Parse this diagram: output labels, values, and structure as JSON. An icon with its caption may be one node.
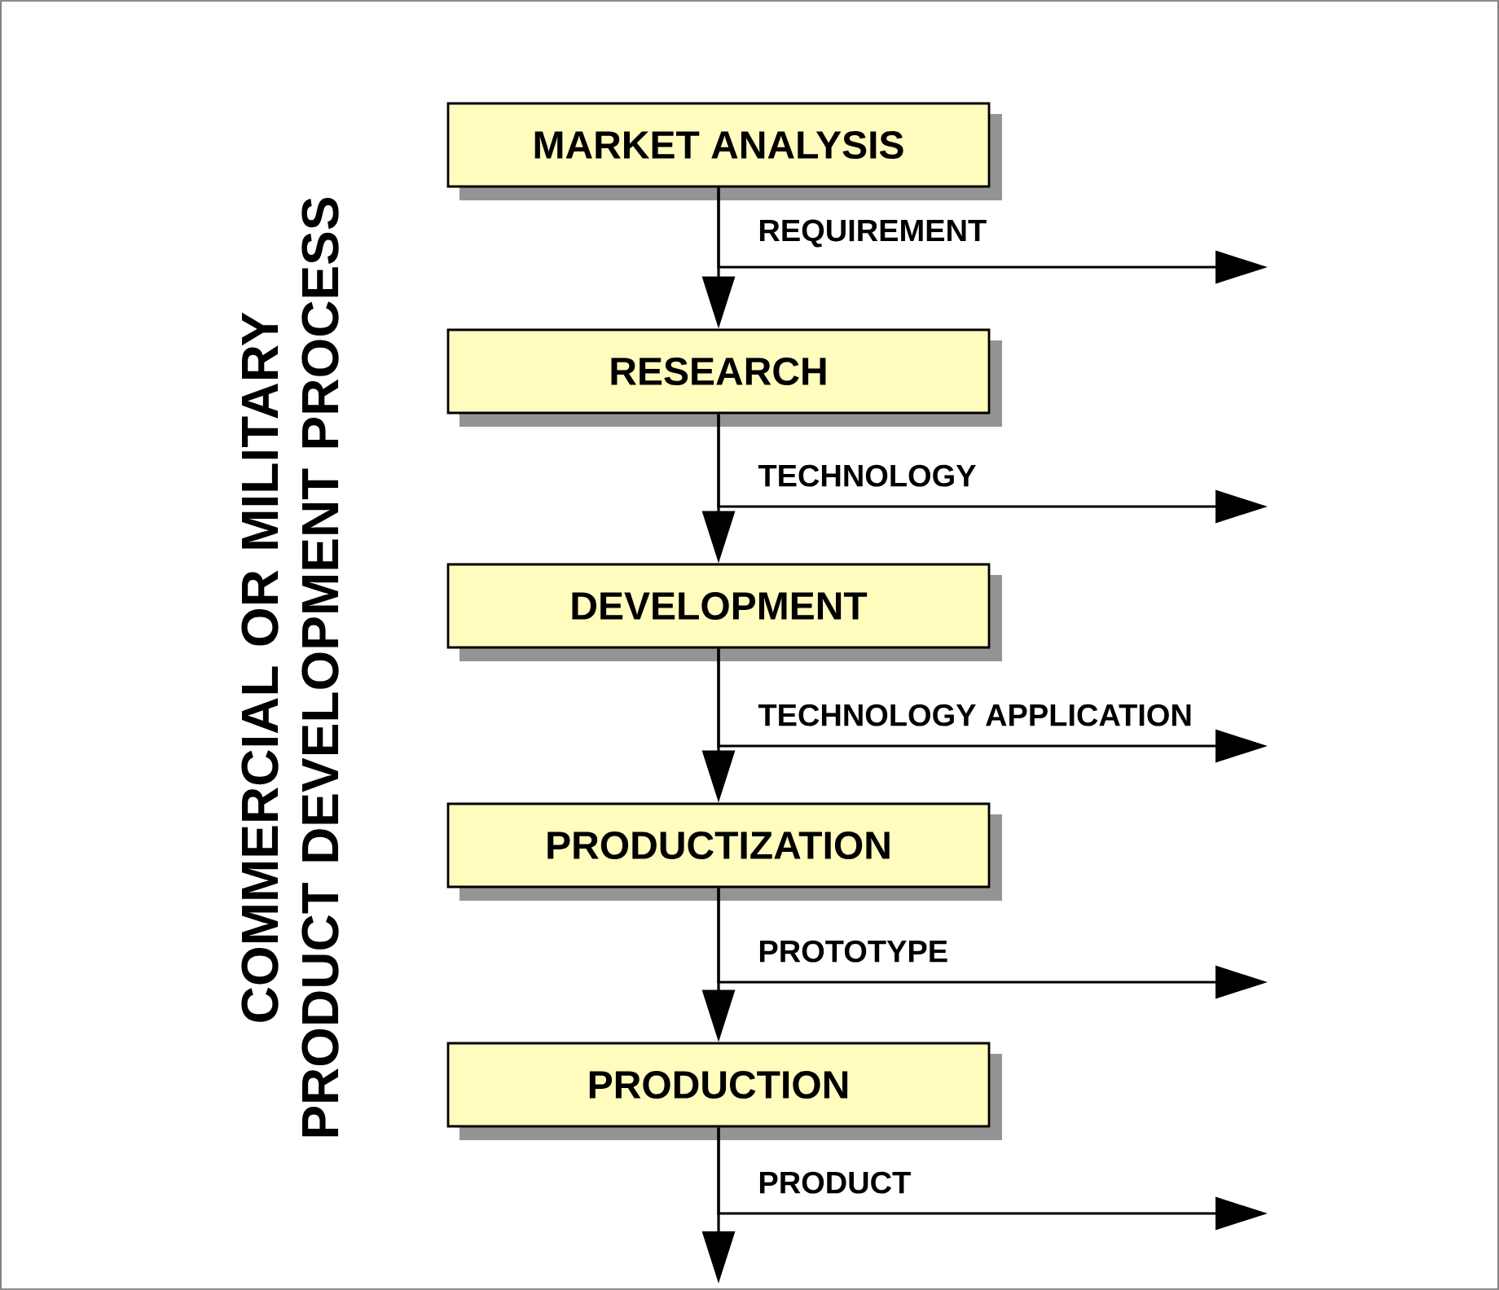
{
  "diagram": {
    "title": "COMMERCIAL OR MILITARY PRODUCT DEVELOPMENT PROCESS",
    "nodes": [
      {
        "text": [
          "MARKET ANALYSIS"
        ]
      },
      {
        "text": [
          "RESEARCH"
        ]
      },
      {
        "text": [
          "DEVELOPMENT"
        ]
      },
      {
        "text": [
          "PRODUCTIZATION"
        ]
      },
      {
        "text": [
          "PRODUCTION"
        ]
      }
    ],
    "edges": [
      {
        "from": 0,
        "to": 1,
        "arrow": "to"
      },
      {
        "from": 0,
        "to": null,
        "arrow": "to",
        "label": "REQUIREMENT"
      },
      {
        "from": 1,
        "to": 2,
        "arrow": "to"
      },
      {
        "from": 1,
        "to": null,
        "arrow": "to",
        "label": "TECHNOLOGY"
      },
      {
        "from": 2,
        "to": 3,
        "arrow": "to"
      },
      {
        "from": 2,
        "to": null,
        "arrow": "to",
        "label": "TECHNOLOGY APPLICATION"
      },
      {
        "from": 3,
        "to": 4,
        "arrow": "to"
      },
      {
        "from": 3,
        "to": null,
        "arrow": "to",
        "label": "PROTOTYPE"
      },
      {
        "from": 4,
        "to": null,
        "arrow": "to"
      },
      {
        "from": 4,
        "to": null,
        "arrow": "to",
        "label": "PRODUCT"
      }
    ]
  }
}
